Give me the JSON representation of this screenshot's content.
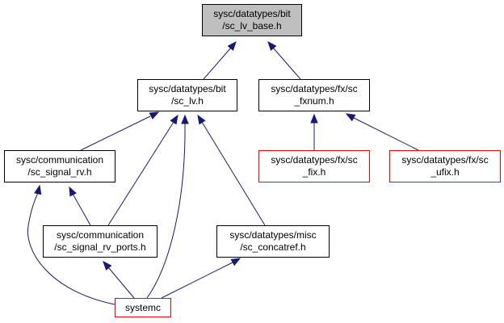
{
  "colors": {
    "edge": "#191970",
    "border": "#000000",
    "truncated_border": "#ff0000",
    "current_fill": "#bfbfbf",
    "fill": "#ffffff"
  },
  "nodes": {
    "sc_lv_base": {
      "line1": "sysc/datatypes/bit",
      "line2": "/sc_lv_base.h",
      "truncated": false,
      "current": true
    },
    "sc_lv": {
      "line1": "sysc/datatypes/bit",
      "line2": "/sc_lv.h",
      "truncated": false,
      "current": false
    },
    "sc_fxnum": {
      "line1": "sysc/datatypes/fx/sc",
      "line2": "_fxnum.h",
      "truncated": false,
      "current": false
    },
    "sc_signal_rv": {
      "line1": "sysc/communication",
      "line2": "/sc_signal_rv.h",
      "truncated": false,
      "current": false
    },
    "sc_fix": {
      "line1": "sysc/datatypes/fx/sc",
      "line2": "_fix.h",
      "truncated": true,
      "current": false
    },
    "sc_ufix": {
      "line1": "sysc/datatypes/fx/sc",
      "line2": "_ufix.h",
      "truncated": true,
      "current": false
    },
    "sc_signal_rv_ports": {
      "line1": "sysc/communication",
      "line2": "/sc_signal_rv_ports.h",
      "truncated": false,
      "current": false
    },
    "sc_concatref": {
      "line1": "sysc/datatypes/misc",
      "line2": "/sc_concatref.h",
      "truncated": false,
      "current": false
    },
    "systemc": {
      "line1": "systemc",
      "line2": "",
      "truncated": true,
      "current": false
    }
  },
  "edges": [
    {
      "from": "sc_lv",
      "to": "sc_lv_base"
    },
    {
      "from": "sc_fxnum",
      "to": "sc_lv_base"
    },
    {
      "from": "sc_signal_rv",
      "to": "sc_lv"
    },
    {
      "from": "sc_signal_rv_ports",
      "to": "sc_lv"
    },
    {
      "from": "systemc",
      "to": "sc_lv"
    },
    {
      "from": "sc_concatref",
      "to": "sc_lv"
    },
    {
      "from": "sc_fix",
      "to": "sc_fxnum"
    },
    {
      "from": "sc_ufix",
      "to": "sc_fxnum"
    },
    {
      "from": "sc_signal_rv_ports",
      "to": "sc_signal_rv"
    },
    {
      "from": "systemc",
      "to": "sc_signal_rv"
    },
    {
      "from": "systemc",
      "to": "sc_signal_rv_ports"
    },
    {
      "from": "systemc",
      "to": "sc_concatref"
    }
  ]
}
